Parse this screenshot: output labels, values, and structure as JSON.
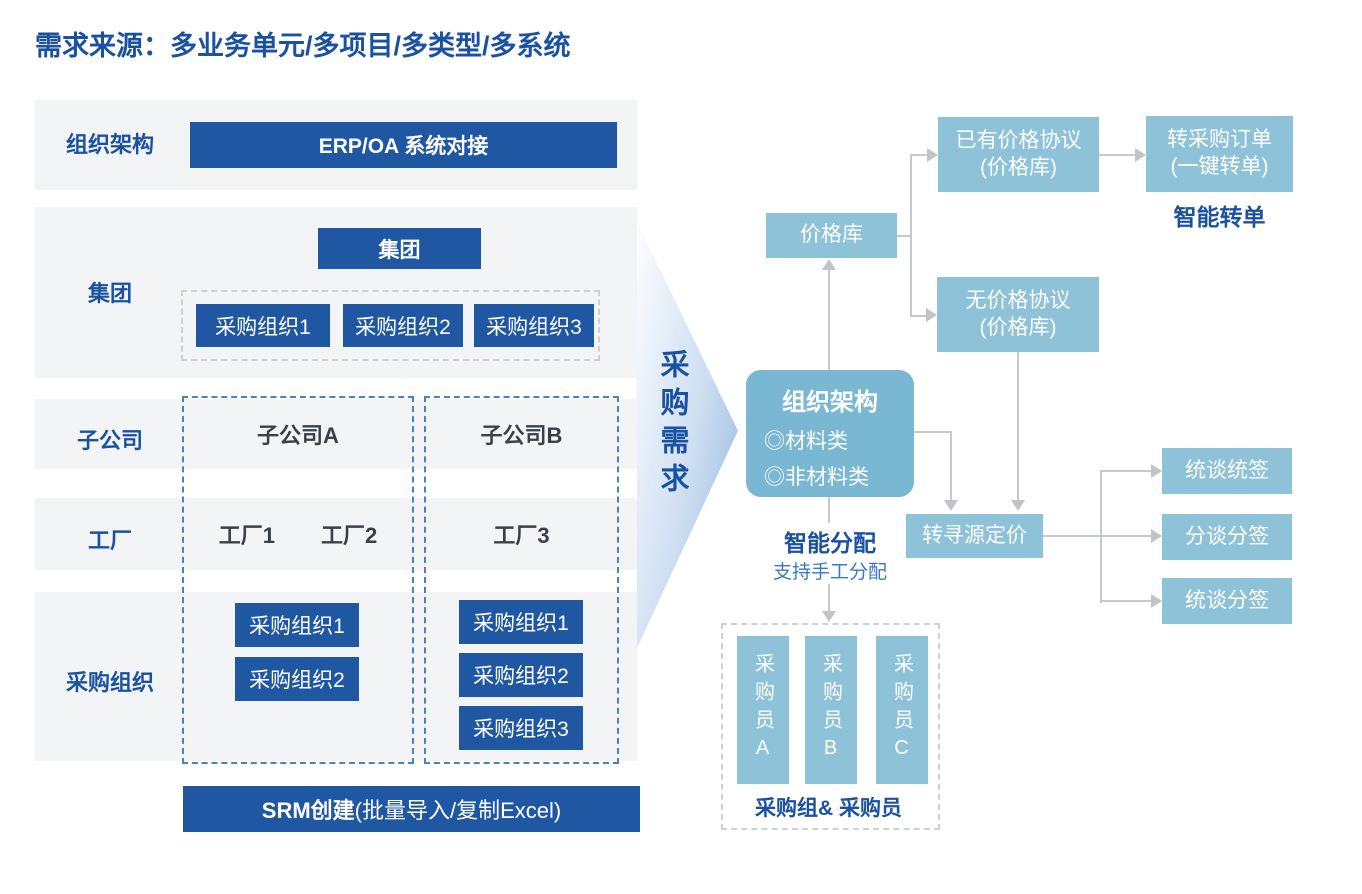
{
  "colors": {
    "primary_blue": "#2057a3",
    "accent_text_blue": "#1b51a1",
    "light_flow_blue": "#8ec2d8",
    "org_box_blue": "#79b7d2",
    "connector_gray": "#c6cacd",
    "row_background": "#f3f4f6",
    "dashed_blue": "#4a80c4",
    "manual_assign_blue": "#3a78c8"
  },
  "title": "需求来源：多业务单元/多项目/多类型/多系统",
  "left": {
    "row1": {
      "label": "组织架构",
      "button": "ERP/OA 系统对接"
    },
    "row2": {
      "label": "集团",
      "group_button": "集团",
      "orgs": [
        "采购组织1",
        "采购组织2",
        "采购组织3"
      ]
    },
    "row3": {
      "label": "子公司",
      "a": "子公司A",
      "b": "子公司B"
    },
    "row4": {
      "label": "工厂",
      "a1": "工厂1",
      "a2": "工厂2",
      "b1": "工厂3"
    },
    "row5": {
      "label": "采购组织",
      "a": [
        "采购组织1",
        "采购组织2"
      ],
      "b": [
        "采购组织1",
        "采购组织2",
        "采购组织3"
      ]
    },
    "srm": {
      "title": "SRM创建",
      "suffix": "(批量导入/复制Excel)"
    }
  },
  "arrow_label": "采购需求",
  "flow": {
    "price_lib": "价格库",
    "has_agreement": [
      "已有价格协议",
      "(价格库)"
    ],
    "to_order": [
      "转采购订单",
      "(一键转单)"
    ],
    "smart_transfer": "智能转单",
    "no_agreement": [
      "无价格协议",
      "(价格库)"
    ],
    "org": {
      "title": "组织架构",
      "bullet1": "◎材料类",
      "bullet2": "◎非材料类"
    },
    "smart_assign": "智能分配",
    "manual_assign": "支持手工分配",
    "to_sourcing": "转寻源定价",
    "signs": [
      "统谈统签",
      "分谈分签",
      "统谈分签"
    ],
    "buyers": [
      "采购员A",
      "采购员B",
      "采购员C"
    ],
    "buyers_label": "采购组& 采购员"
  }
}
